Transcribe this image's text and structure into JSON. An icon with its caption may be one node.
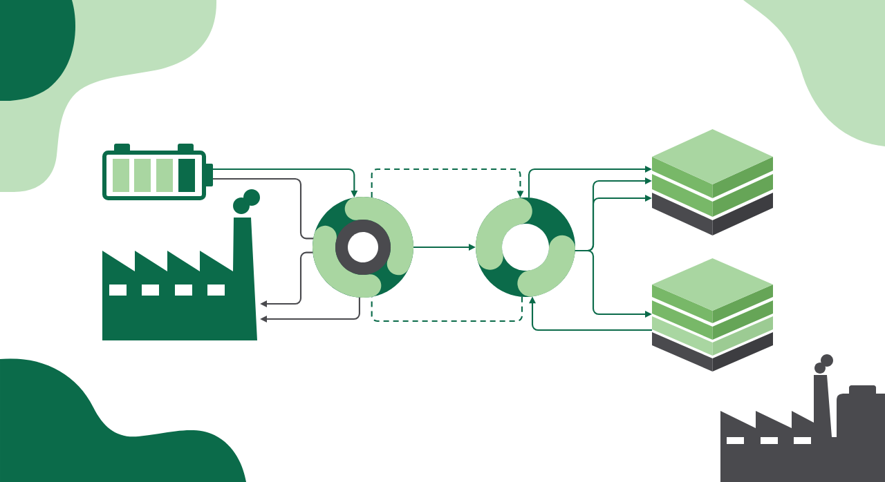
{
  "diagram": {
    "nodes": [
      {
        "text": [],
        "shape": "picture"
      },
      {
        "text": [],
        "shape": "picture"
      },
      {
        "text": [],
        "shape": "circle"
      },
      {
        "text": [],
        "shape": "circle"
      },
      {
        "text": [],
        "shape": "picture"
      },
      {
        "text": [],
        "shape": "picture"
      },
      {
        "text": [],
        "shape": "picture"
      }
    ],
    "edges": [
      {
        "from": 0,
        "to": 2,
        "arrow": "to"
      },
      {
        "from": 0,
        "to": 2,
        "arrow": "none",
        "color": "#4a4a4e"
      },
      {
        "from": 2,
        "to": 1,
        "arrow": "to",
        "color": "#4a4a4e"
      },
      {
        "from": 2,
        "to": 1,
        "arrow": "to",
        "color": "#4a4a4e"
      },
      {
        "from": 2,
        "to": 3,
        "arrow": "to",
        "style": "dashed"
      },
      {
        "from": 3,
        "to": 2,
        "arrow": "none",
        "style": "dashed"
      },
      {
        "from": 2,
        "to": 3,
        "arrow": "to"
      },
      {
        "from": 3,
        "to": 4,
        "arrow": "to"
      },
      {
        "from": 3,
        "to": 4,
        "arrow": "to"
      },
      {
        "from": 3,
        "to": 4,
        "arrow": "to"
      },
      {
        "from": 3,
        "to": 5,
        "arrow": "to"
      },
      {
        "from": 5,
        "to": 3,
        "arrow": "to"
      }
    ]
  }
}
